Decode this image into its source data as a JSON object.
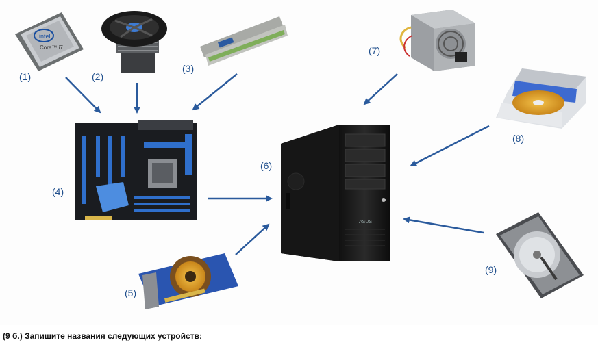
{
  "labels": {
    "l1": "(1)",
    "l2": "(2)",
    "l3": "(3)",
    "l4": "(4)",
    "l5": "(5)",
    "l6": "(6)",
    "l7": "(7)",
    "l8": "(8)",
    "l9": "(9)"
  },
  "cpu_text": {
    "brand": "intel",
    "model": "Core™ i7"
  },
  "case_logo": "ASUS",
  "caption": "(9 б.) Запишите названия следующих устройств:",
  "colors": {
    "arrow": "#2a5a9c",
    "label": "#1f4e8c",
    "bg": "#fdfdfd"
  }
}
